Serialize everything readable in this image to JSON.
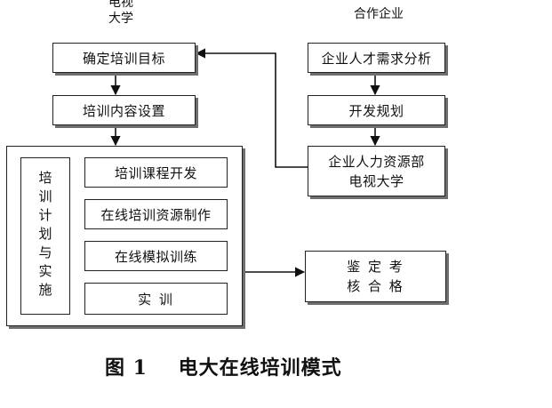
{
  "headers": {
    "left": "电视\n大学",
    "right": "合作企业"
  },
  "left_column": {
    "goal": "确定培训目标",
    "content": "培训内容设置"
  },
  "plan_group": {
    "side_label": "培训计划与实施",
    "items": [
      "培训课程开发",
      "在线培训资源制作",
      "在线模拟训练",
      "实 训"
    ]
  },
  "right_column": {
    "analysis": "企业人才需求分析",
    "plan": "开发规划",
    "hr_line1": "企业人力资源部",
    "hr_line2": "电视大学",
    "assess_line1": "鉴 定 考",
    "assess_line2": "核 合 格"
  },
  "caption": "图 1    电大在线培训模式"
}
